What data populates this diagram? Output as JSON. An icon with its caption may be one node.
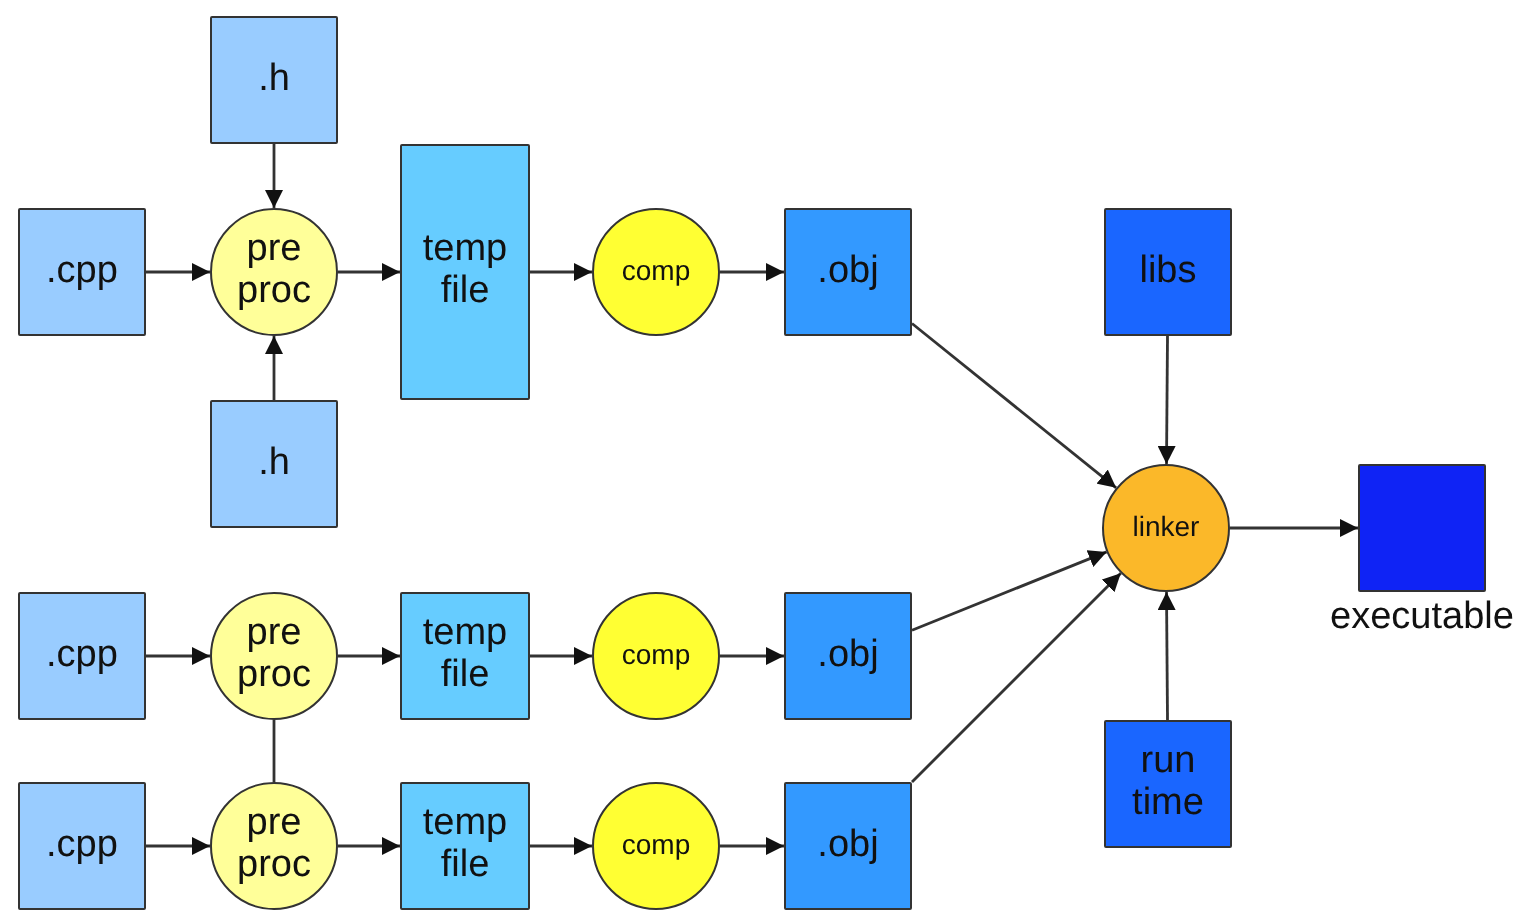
{
  "diagram": {
    "nodes": [
      {
        "text": [
          ".h"
        ]
      },
      {
        "text": [
          ".cpp"
        ]
      },
      {
        "text": [
          "pre proc"
        ]
      },
      {
        "text": [
          "temp file"
        ]
      },
      {
        "text": [
          "comp"
        ]
      },
      {
        "text": [
          ".obj"
        ]
      },
      {
        "text": [
          "libs"
        ]
      },
      {
        "text": [
          ".h"
        ]
      },
      {
        "text": [
          "linker"
        ]
      },
      {
        "text": [],
        "shape": "box",
        "beside": [
          "executable"
        ]
      },
      {
        "text": [
          ".cpp"
        ]
      },
      {
        "text": [
          "pre proc"
        ]
      },
      {
        "text": [
          "temp file"
        ]
      },
      {
        "text": [
          "comp"
        ]
      },
      {
        "text": [
          ".obj"
        ]
      },
      {
        "text": [
          ".cpp"
        ]
      },
      {
        "text": [
          "pre proc"
        ]
      },
      {
        "text": [
          "temp file"
        ]
      },
      {
        "text": [
          "comp"
        ]
      },
      {
        "text": [
          ".obj"
        ]
      },
      {
        "text": [
          "run time"
        ]
      }
    ],
    "edges": [
      {
        "from": 1,
        "to": 2,
        "arrow": "to"
      },
      {
        "from": 0,
        "to": 2,
        "arrow": "to"
      },
      {
        "from": 7,
        "to": 2,
        "arrow": "to"
      },
      {
        "from": 2,
        "to": 3,
        "arrow": "to"
      },
      {
        "from": 3,
        "to": 4,
        "arrow": "to"
      },
      {
        "from": 4,
        "to": 5,
        "arrow": "to"
      },
      {
        "from": 5,
        "to": 8,
        "arrow": "to"
      },
      {
        "from": 6,
        "to": 8,
        "arrow": "to"
      },
      {
        "from": 8,
        "to": 9,
        "arrow": "to"
      },
      {
        "from": 10,
        "to": 11,
        "arrow": "to"
      },
      {
        "from": 11,
        "to": 12,
        "arrow": "to"
      },
      {
        "from": 12,
        "to": 13,
        "arrow": "to"
      },
      {
        "from": 13,
        "to": 14,
        "arrow": "to"
      },
      {
        "from": 14,
        "to": 8,
        "arrow": "to"
      },
      {
        "from": 11,
        "to": 16,
        "arrow": "none"
      },
      {
        "from": 15,
        "to": 16,
        "arrow": "to"
      },
      {
        "from": 16,
        "to": 17,
        "arrow": "to"
      },
      {
        "from": 17,
        "to": 18,
        "arrow": "to"
      },
      {
        "from": 18,
        "to": 19,
        "arrow": "to"
      },
      {
        "from": 19,
        "to": 8,
        "arrow": "to"
      },
      {
        "from": 20,
        "to": 8,
        "arrow": "to"
      }
    ]
  }
}
